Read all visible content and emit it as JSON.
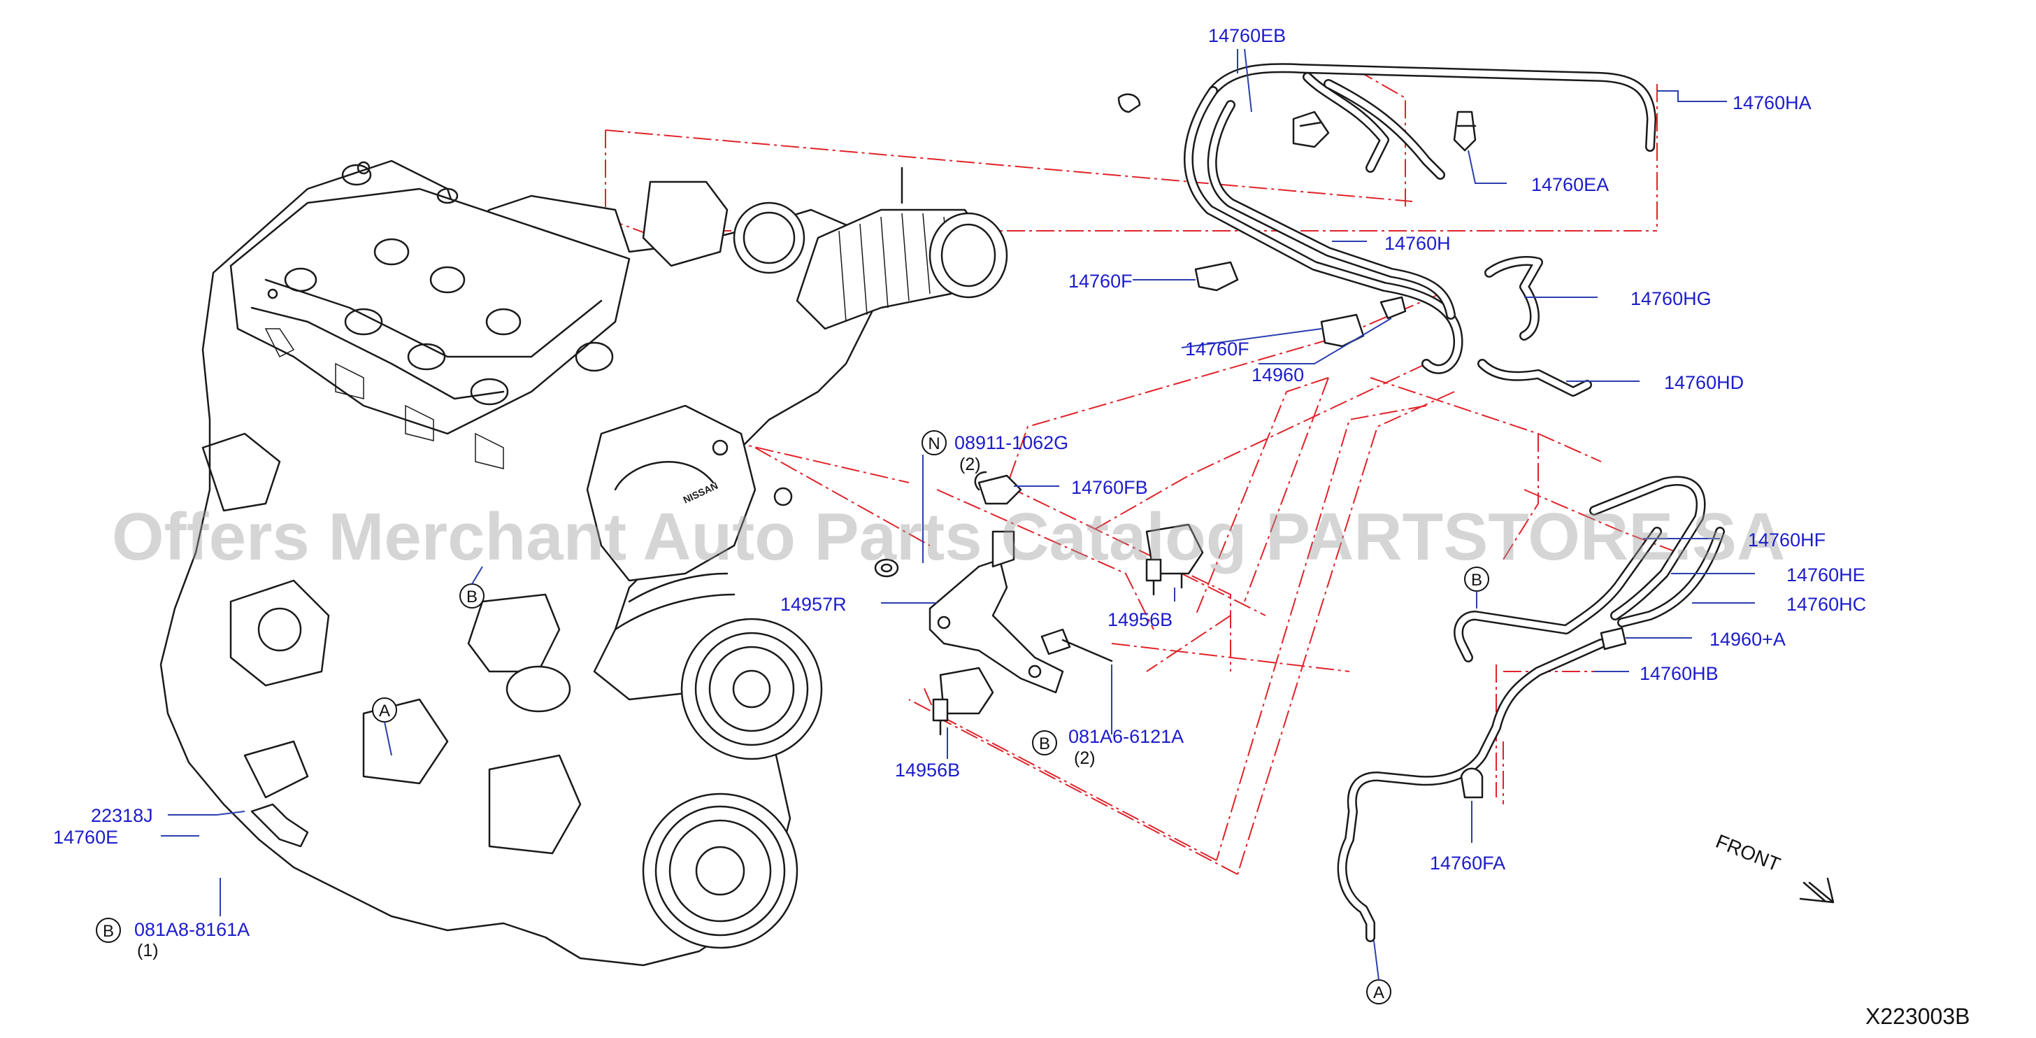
{
  "diagram_code": "X223003B",
  "watermark": "Offers Merchant Auto Parts Catalog PARTSTORE.SA",
  "front_label": "FRONT",
  "engine_badge": "NISSAN",
  "part_labels": {
    "p14760EB": "14760EB",
    "p14760HA": "14760HA",
    "p14760EA": "14760EA",
    "p14760H": "14760H",
    "p14760F_a": "14760F",
    "p14760HG": "14760HG",
    "p14760F_b": "14760F",
    "p14960": "14960",
    "p14760HD": "14760HD",
    "p08911": "08911-1062G",
    "p14760FB": "14760FB",
    "p14760HF": "14760HF",
    "p14760HE": "14760HE",
    "p14957R": "14957R",
    "p14956B_a": "14956B",
    "p14760HC": "14760HC",
    "p14960A": "14960+A",
    "p14760HB": "14760HB",
    "p081A6": "081A6-6121A",
    "p14956B_b": "14956B",
    "p22318J": "22318J",
    "p14760E": "14760E",
    "p14760FA": "14760FA",
    "p081A8": "081A8-8161A"
  },
  "quantities": {
    "q08911": "(2)",
    "q081A6": "(2)",
    "q081A8": "(1)"
  },
  "circle_markers": {
    "n_08911": "N",
    "b_081A6": "B",
    "b_081A8": "B",
    "b_hose": "B",
    "b_engine": "B",
    "a_engine": "A",
    "a_hose": "A"
  }
}
